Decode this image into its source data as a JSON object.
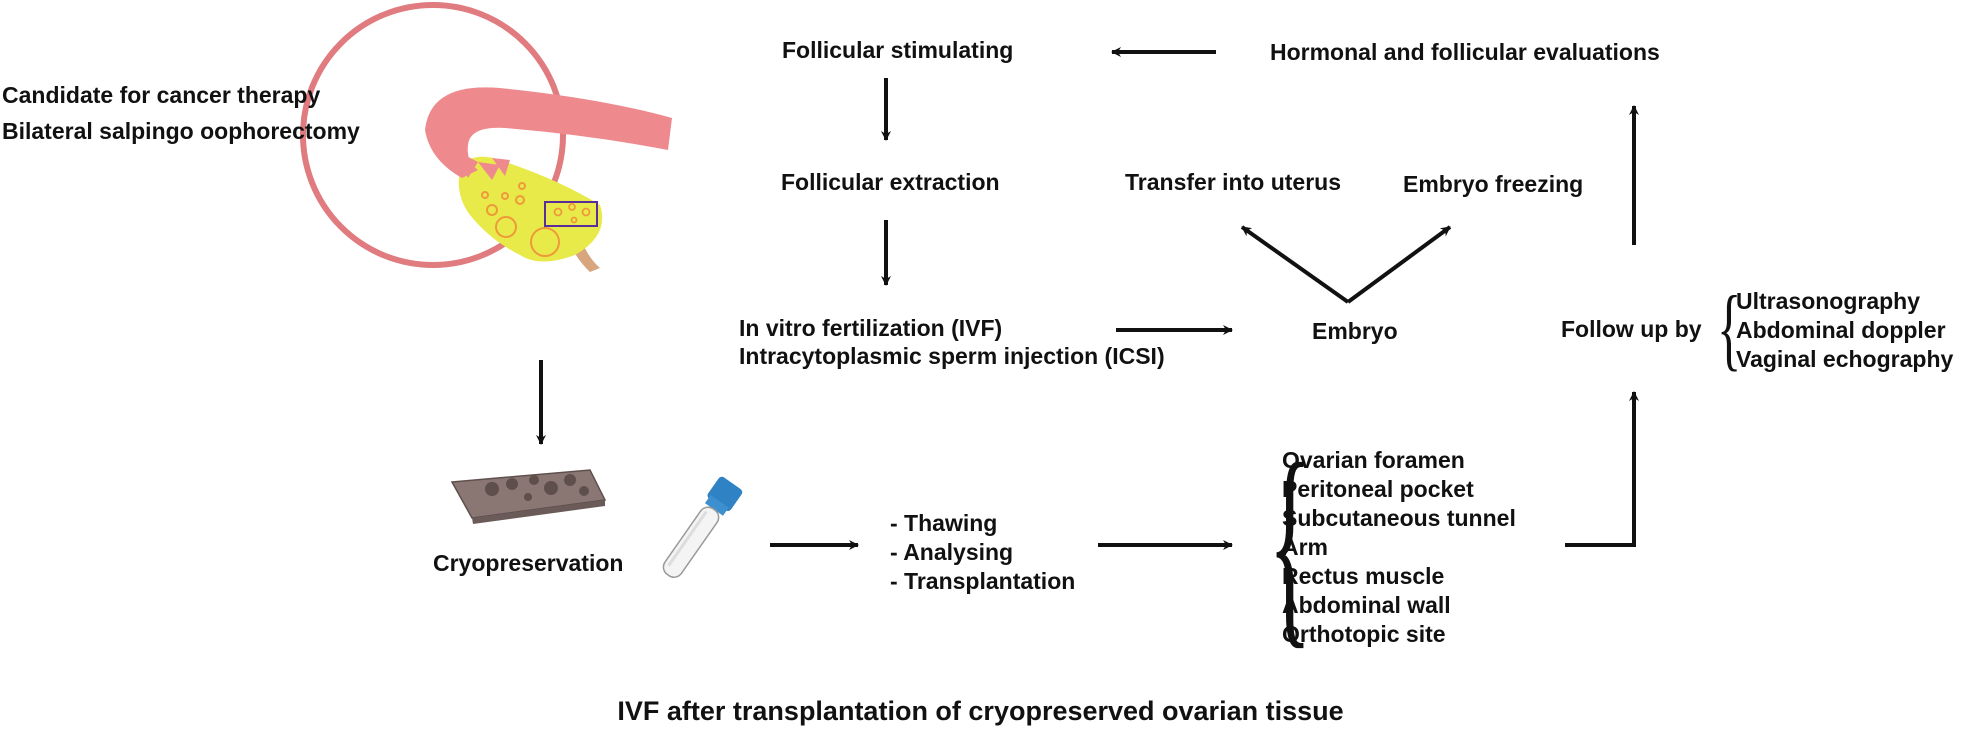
{
  "diagram": {
    "patient": {
      "line1": "Candidate for cancer therapy",
      "line2": "Bilateral salpingo oophorectomy"
    },
    "steps": {
      "follicular_stimulating": "Follicular stimulating",
      "hormonal_evaluations": "Hormonal and follicular evaluations",
      "follicular_extraction": "Follicular extraction",
      "ivf": "In vitro fertilization (IVF)",
      "icsi": "Intracytoplasmic sperm injection (ICSI)",
      "transfer_into_uterus": "Transfer into uterus",
      "embryo_freezing": "Embryo freezing",
      "embryo": "Embryo",
      "follow_up_by": "Follow up by",
      "cryopreservation": "Cryopreservation"
    },
    "follow_up_methods": [
      "Ultrasonography",
      "Abdominal doppler",
      "Vaginal echography"
    ],
    "processing_steps": [
      "- Thawing",
      "- Analysing",
      "- Transplantation"
    ],
    "transplant_sites": [
      "Ovarian foramen",
      "Peritoneal pocket",
      "Subcutaneous tunnel",
      "Arm",
      "Rectus muscle",
      "Abdominal wall",
      "Orthotopic site"
    ],
    "caption": "IVF after transplantation of cryopreserved ovarian tissue",
    "colors": {
      "circle_outline": "#e07b7f",
      "fallopian_tube": "#ee8a8e",
      "ovary": "#e8ea4a",
      "follicle": "#ee9a3a",
      "highlight_box": "#5a2d9a",
      "ligament": "#d8a67e",
      "tissue_strip": "#8a7774",
      "tube_cap": "#2f82c4",
      "arrow": "#111111"
    },
    "icons": [
      "uterine-tube-ovary-icon",
      "ovarian-tissue-strip-icon",
      "cryo-tube-icon"
    ]
  }
}
